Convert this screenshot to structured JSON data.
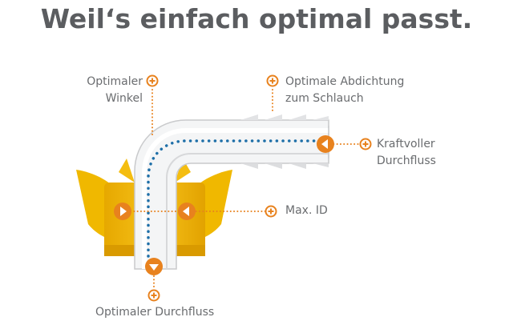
{
  "headline": "Weil‘s einfach optimal passt.",
  "labels": {
    "optimaler_winkel": [
      "Optimaler",
      "Winkel"
    ],
    "optimale_abdichtung": [
      "Optimale Abdichtung",
      "zum Schlauch"
    ],
    "kraftvoller_durchfluss": [
      "Kraftvoller",
      "Durchfluss"
    ],
    "max_id": "Max. ID",
    "optimaler_durchfluss": "Optimaler Durchfluss"
  },
  "colors": {
    "headline": "#5b5d60",
    "text": "#6a6c6f",
    "accent_orange": "#e8821e",
    "dots_blue": "#1e6fa8",
    "nut_yellow": "#f2b705",
    "pipe": "#ffffff",
    "pipe_shadow": "#d8d9db"
  },
  "icons": {
    "callout": "plus-circle-icon",
    "flow_marker_left": "arrow-left-circle-icon",
    "flow_marker_right": "arrow-right-circle-icon",
    "flow_marker_down": "arrow-down-circle-icon"
  }
}
